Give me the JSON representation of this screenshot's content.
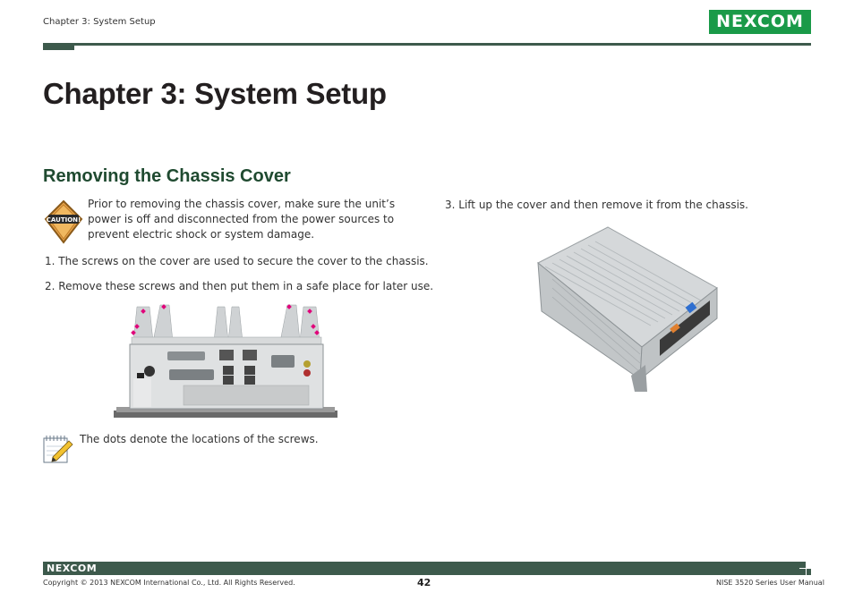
{
  "header": {
    "chapter_label": "Chapter 3: System Setup",
    "logo_text": "NEXCOM",
    "logo_color": "#1a9a48",
    "rule_color": "#3d5a4c"
  },
  "main": {
    "chapter_title": "Chapter 3: System Setup",
    "section_title": "Removing the Chassis Cover",
    "caution": {
      "icon": "caution-icon",
      "icon_label": "CAUTION!",
      "text": "Prior to removing the chassis cover, make sure the unit’s power is off and disconnected from the power sources to prevent electric shock or system damage."
    },
    "steps": [
      "1.  The screws on the cover are used to secure the cover to the chassis.",
      "2.  Remove these screws and then put them in a safe place for later use.",
      "3.  Lift up the cover and then remove it from the chassis."
    ],
    "note": {
      "icon": "notepad-icon",
      "text": "The dots denote the locations of the screws."
    },
    "screw_dot_color": "#e0007a"
  },
  "footer": {
    "logo_text": "NEXCOM",
    "copyright": "Copyright © 2013 NEXCOM International Co., Ltd. All Rights Reserved.",
    "page_number": "42",
    "manual_name": "NISE 3520 Series User Manual"
  }
}
